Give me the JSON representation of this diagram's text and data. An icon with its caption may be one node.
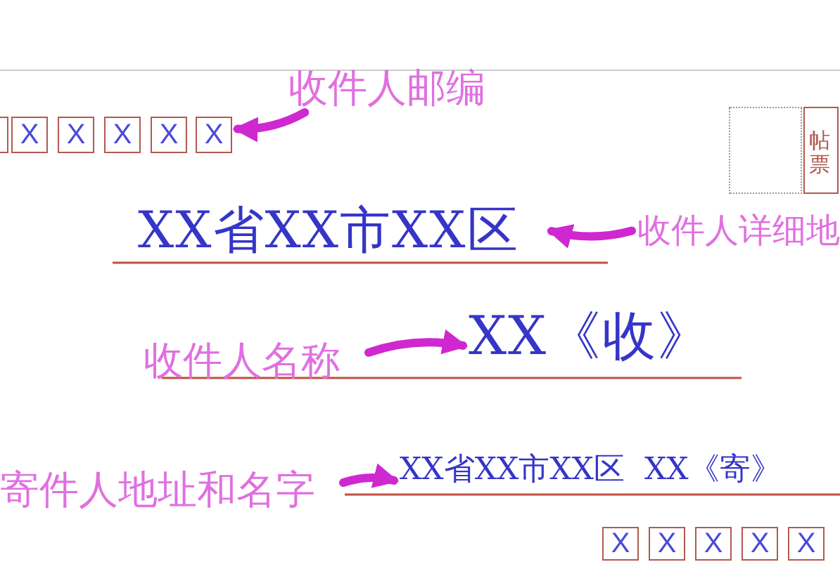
{
  "diagram": {
    "nodes": [
      {
        "text": [
          "收件人邮编"
        ]
      },
      {
        "text": [],
        "shape": "box"
      },
      {
        "text": [
          "X"
        ]
      },
      {
        "text": [
          "X"
        ]
      },
      {
        "text": [
          "X"
        ]
      },
      {
        "text": [
          "X"
        ]
      },
      {
        "text": [
          "X"
        ]
      },
      {
        "text": [],
        "shape": "box"
      },
      {
        "text": [
          "帖票"
        ]
      },
      {
        "text": [
          "XX省XX市XX区"
        ]
      },
      {
        "text": [
          "收件人详细地"
        ]
      },
      {
        "text": [
          "收件人名称"
        ]
      },
      {
        "text": [
          "XX《收》"
        ]
      },
      {
        "text": [
          "寄件人地址和名字"
        ]
      },
      {
        "text": [
          "XX省XX市XX区  XX《寄》"
        ]
      },
      {
        "text": [
          "X"
        ]
      },
      {
        "text": [
          "X"
        ]
      },
      {
        "text": [
          "X"
        ]
      },
      {
        "text": [
          "X"
        ]
      },
      {
        "text": [
          "X"
        ]
      }
    ],
    "edges": [
      {
        "from": 0,
        "to": 6,
        "arrow": "to"
      },
      {
        "from": 10,
        "to": 9,
        "arrow": "to"
      },
      {
        "from": 11,
        "to": 12,
        "arrow": "to"
      },
      {
        "from": 13,
        "to": 14,
        "arrow": "to"
      }
    ]
  }
}
